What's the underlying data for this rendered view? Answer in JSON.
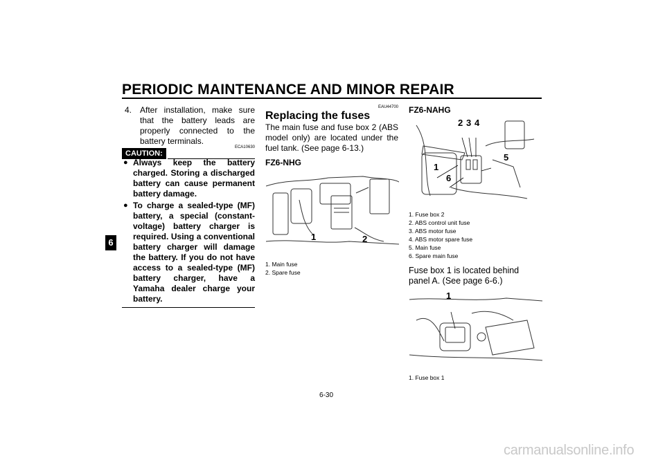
{
  "header": {
    "title": "PERIODIC MAINTENANCE AND MINOR REPAIR",
    "chapter": "6",
    "page_number": "6-30"
  },
  "column1": {
    "step_number": "4.",
    "step_text": "After installation, make sure that the battery leads are properly connected to the battery terminals.",
    "code": "ECA10630",
    "caution_label": "CAUTION:",
    "bullets": [
      "Always keep the battery charged. Storing a discharged battery can cause permanent battery damage.",
      "To charge a sealed-type (MF) battery, a special (constant-voltage) battery charger is required. Using a conventional battery charger will damage the battery. If you do not have access to a sealed-type (MF) battery charger, have a Yamaha dealer charge your battery."
    ]
  },
  "column2": {
    "code": "EAU44700",
    "section_title": "Replacing the fuses",
    "intro": "The main fuse and fuse box 2 (ABS model only) are located under the fuel tank. (See page 6-13.)",
    "model_label": "FZ6-NHG",
    "figure_callouts": [
      "1",
      "2"
    ],
    "legend": [
      "1. Main fuse",
      "2. Spare fuse"
    ]
  },
  "column3": {
    "model_label": "FZ6-NAHG",
    "figure1_callouts": [
      "2",
      "3",
      "4",
      "1",
      "5",
      "6"
    ],
    "legend1": [
      "1. Fuse box 2",
      "2. ABS control unit fuse",
      "3. ABS motor fuse",
      "4. ABS motor spare fuse",
      "5. Main fuse",
      "6. Spare main fuse"
    ],
    "paragraph": "Fuse box 1 is located behind panel A. (See page 6-6.)",
    "figure2_callouts": [
      "1"
    ],
    "legend2": [
      "1. Fuse box 1"
    ]
  },
  "watermark": "carmanualsonline.info"
}
